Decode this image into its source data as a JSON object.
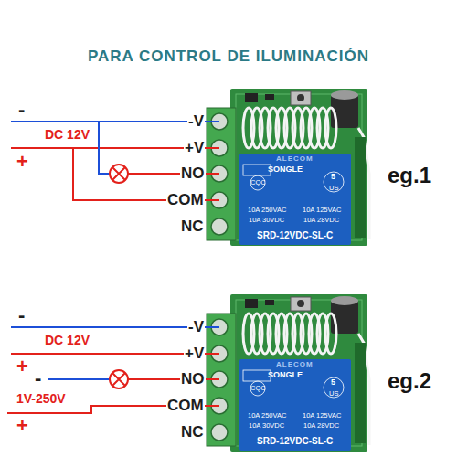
{
  "diagram": {
    "title": "PARA CONTROL DE ILUMINACIÓN",
    "labels": [
      "-",
      "DC 12V",
      "+",
      "-V",
      "+V",
      "NO",
      "COM",
      "NC",
      "ALECOM",
      "SONGLE",
      "CQC",
      "5",
      "US",
      "10A 250VAC",
      "10A 125VAC",
      "10A 30VDC",
      "10A 28VDC",
      "SRD-12VDC-SL-C",
      "eg.1",
      "-",
      "DC 12V",
      "+",
      "-",
      "1V-250V",
      "+",
      "-V",
      "+V",
      "NO",
      "COM",
      "NC",
      "ALECOM",
      "SONGLE",
      "CQC",
      "5",
      "US",
      "10A 250VAC",
      "10A 125VAC",
      "10A 30VDC",
      "10A 28VDC",
      "SRD-12VDC-SL-C",
      "eg.2"
    ]
  }
}
